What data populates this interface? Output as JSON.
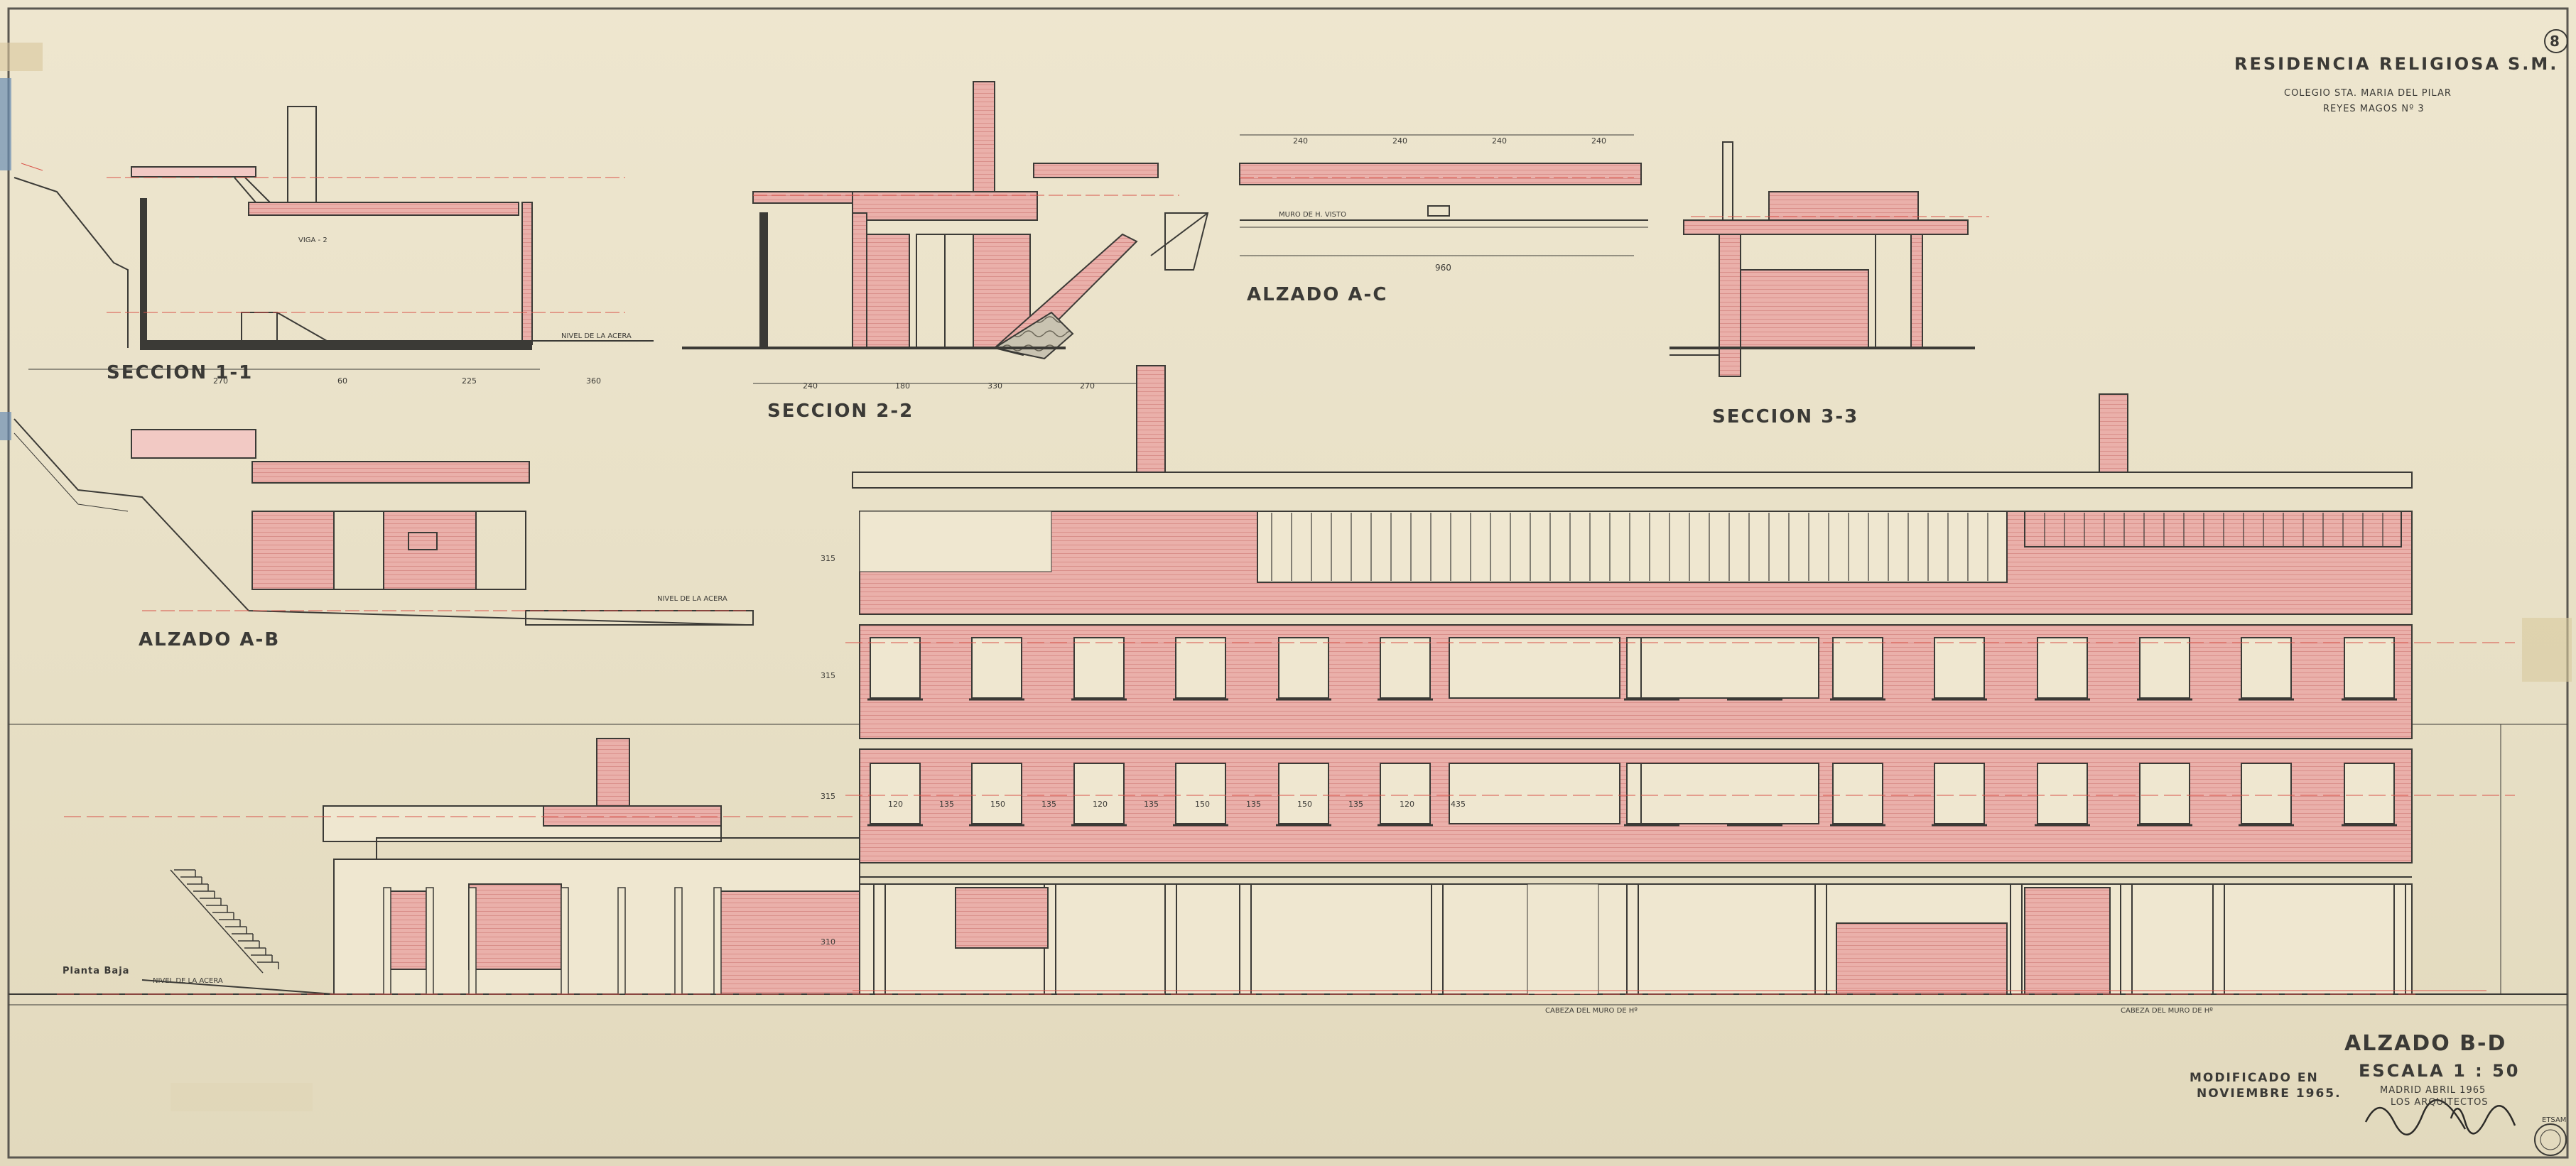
{
  "title_block": {
    "project": "RESIDENCIA RELIGIOSA",
    "client": "S.M.",
    "school": "COLEGIO STA. MARIA DEL PILAR",
    "address": "REYES MAGOS Nº 3",
    "sheet_number": "8"
  },
  "views": {
    "seccion_1_1": "SECCION 1-1",
    "seccion_2_2": "SECCION 2-2",
    "seccion_3_3": "SECCION 3-3",
    "alzado_a_c": "ALZADO A-C",
    "alzado_a_b": "ALZADO A-B",
    "alzado_b_d": "ALZADO B-D"
  },
  "scale": "ESCALA  1 : 50",
  "date": "MADRID ABRIL 1965",
  "architects": "LOS ARQUITECTOS",
  "modified": {
    "line1": "MODIFICADO EN",
    "line2": "NOVIEMBRE 1965."
  },
  "annotations": {
    "nivel_acera": "NIVEL DE LA ACERA",
    "planta_baja": "Planta Baja",
    "cabeza_muro_a": "CABEZA DEL MURO DE Hº",
    "cabeza_muro_b": "CABEZA DEL MURO DE Hº",
    "muro_visto": "MURO DE H. VISTO",
    "viga": "VIGA - 2"
  },
  "dimensions": {
    "s11": [
      "270",
      "60",
      "225",
      "360"
    ],
    "s22": [
      "240",
      "180",
      "330",
      "270"
    ],
    "ac": [
      "240",
      "240",
      "240",
      "240",
      "960"
    ],
    "bd_bays": [
      "120",
      "135",
      "150",
      "135",
      "120",
      "135",
      "150",
      "135",
      "150",
      "135",
      "120",
      "435"
    ],
    "bd_heights": [
      "315",
      "315",
      "315",
      "310"
    ]
  },
  "stamp": "ETSAM",
  "colors": {
    "paper": "#e9e1c9",
    "ink": "#3b3a36",
    "brick": "#e9a9a5",
    "red_line": "#d9534a"
  }
}
